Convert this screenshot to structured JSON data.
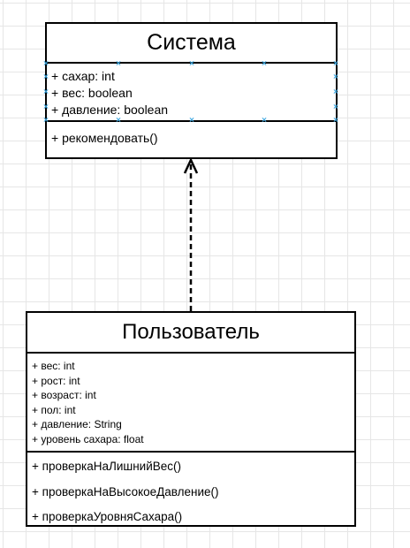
{
  "diagram": {
    "classes": [
      {
        "name": "Система",
        "attributes": [
          "+ сахар: int",
          "+ вес: boolean",
          "+ давление: boolean"
        ],
        "operations": [
          "+ рекомендовать()"
        ]
      },
      {
        "name": "Пользователь",
        "attributes": [
          "+ вес: int",
          "+ рост: int",
          "+ возраст: int",
          "+ пол: int",
          "+ давление: String",
          "+ уровень сахара: float"
        ],
        "operations": [
          "+ проверкаНаЛишнийВес()",
          "+ проверкаНаВысокоеДавление()",
          "+ проверкаУровняСахара()"
        ]
      }
    ],
    "relations": [
      {
        "type": "dependency",
        "from": "Пользователь",
        "to": "Система",
        "line_style": "dashed",
        "arrowhead": "open"
      }
    ],
    "colors": {
      "grid": "#e6e6e6",
      "selection_handle": "#3aa6e0",
      "stroke": "#000000"
    }
  }
}
